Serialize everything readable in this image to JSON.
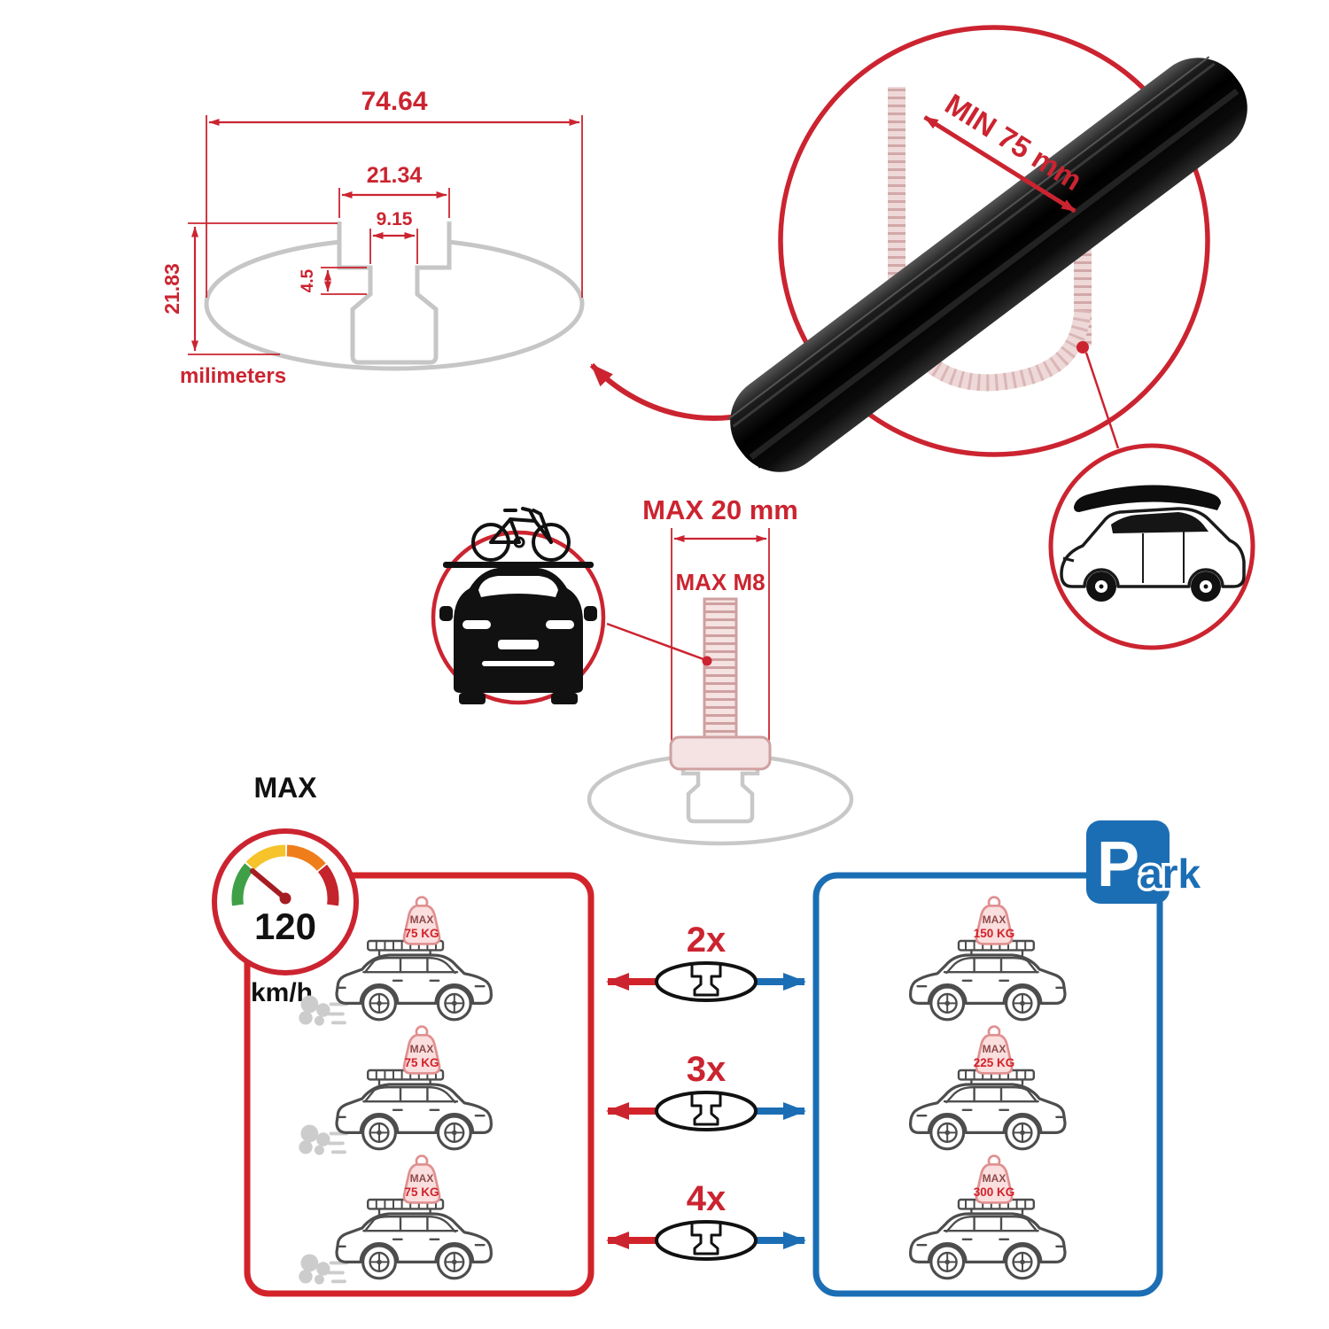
{
  "cross_section": {
    "total_width": "74.64",
    "inner_width": "21.34",
    "slot_width": "9.15",
    "step_height": "4.5",
    "total_height": "21.83",
    "unit_label": "milimeters"
  },
  "bar_detail": {
    "min_span_label": "MIN 75 mm"
  },
  "bolt_diagram": {
    "max_width_label": "MAX 20 mm",
    "max_thread_label": "MAX M8"
  },
  "speed_limit": {
    "title": "MAX",
    "value": "120",
    "unit": "km/h"
  },
  "bar_counts": [
    "2x",
    "3x",
    "4x"
  ],
  "load_tags": {
    "driving": [
      {
        "label": "MAX",
        "value": "75 KG"
      },
      {
        "label": "MAX",
        "value": "75 KG"
      },
      {
        "label": "MAX",
        "value": "75 KG"
      }
    ],
    "parked": [
      {
        "label": "MAX",
        "value": "150 KG"
      },
      {
        "label": "MAX",
        "value": "225 KG"
      },
      {
        "label": "MAX",
        "value": "300 KG"
      }
    ]
  },
  "park_sign": {
    "letter": "P",
    "suffix": "ark"
  },
  "colors": {
    "red": "#cb2430",
    "blue": "#1c6eb4",
    "line_art": "#4d4d4d",
    "ghost_gray": "#c6c6c6",
    "bolt_pink": "#cfa0a0"
  }
}
